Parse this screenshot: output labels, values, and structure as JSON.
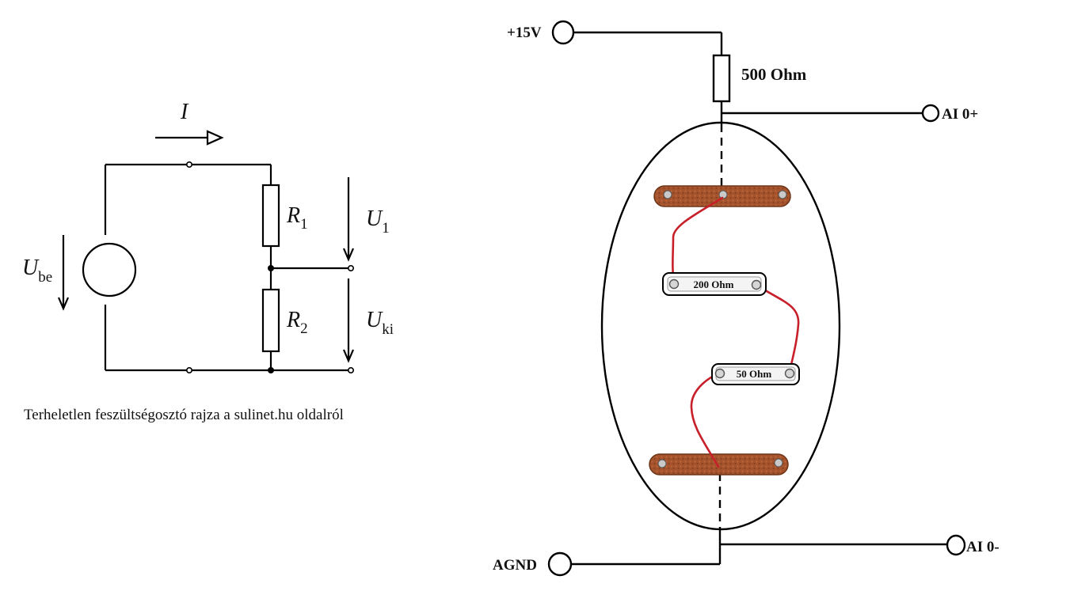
{
  "left_diagram": {
    "current_label": "I",
    "source_label": {
      "main": "U",
      "sub": "be"
    },
    "r1_label": {
      "main": "R",
      "sub": "1"
    },
    "r2_label": {
      "main": "R",
      "sub": "2"
    },
    "u1_label": {
      "main": "U",
      "sub": "1"
    },
    "uki_label": {
      "main": "U",
      "sub": "ki"
    },
    "caption": "Terheletlen feszültségosztó rajza a sulinet.hu oldalról"
  },
  "right_diagram": {
    "supply_label": "+15V",
    "series_resistor_label": "500 Ohm",
    "ai_plus_label": "AI 0+",
    "ground_label": "AGND",
    "ai_minus_label": "AI 0-",
    "resistor_200_label": "200 Ohm",
    "resistor_50_label": "50 Ohm"
  },
  "colors": {
    "line": "#000000",
    "wire": "#c8202a",
    "copper": "#a4532c",
    "copper_dark": "#6e3518"
  }
}
